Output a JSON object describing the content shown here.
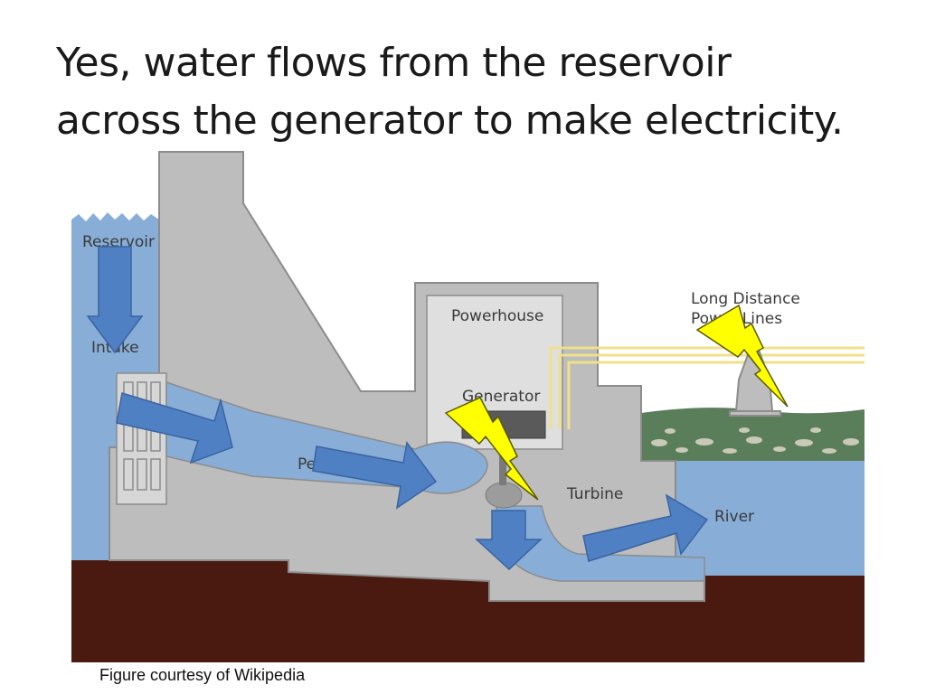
{
  "slide": {
    "title_line1": "Yes, water flows from the reservoir",
    "title_line2": "across the generator to make electricity.",
    "caption": "Figure courtesy of Wikipedia"
  },
  "diagram": {
    "labels": {
      "reservoir": "Reservoir",
      "intake": "Intake",
      "penstock": "Penstock",
      "powerhouse": "Powerhouse",
      "generator": "Generator",
      "turbine": "Turbine",
      "river": "River",
      "power_lines_line1": "Long Distance",
      "power_lines_line2": "Power Lines"
    }
  },
  "colors": {
    "water": "#88aed8",
    "dam": "#bdbdbd",
    "ground": "#4a1a10",
    "flow_arrow": "#4f80c4",
    "lightning": "#ffff00",
    "power_line": "#f0e08a"
  }
}
